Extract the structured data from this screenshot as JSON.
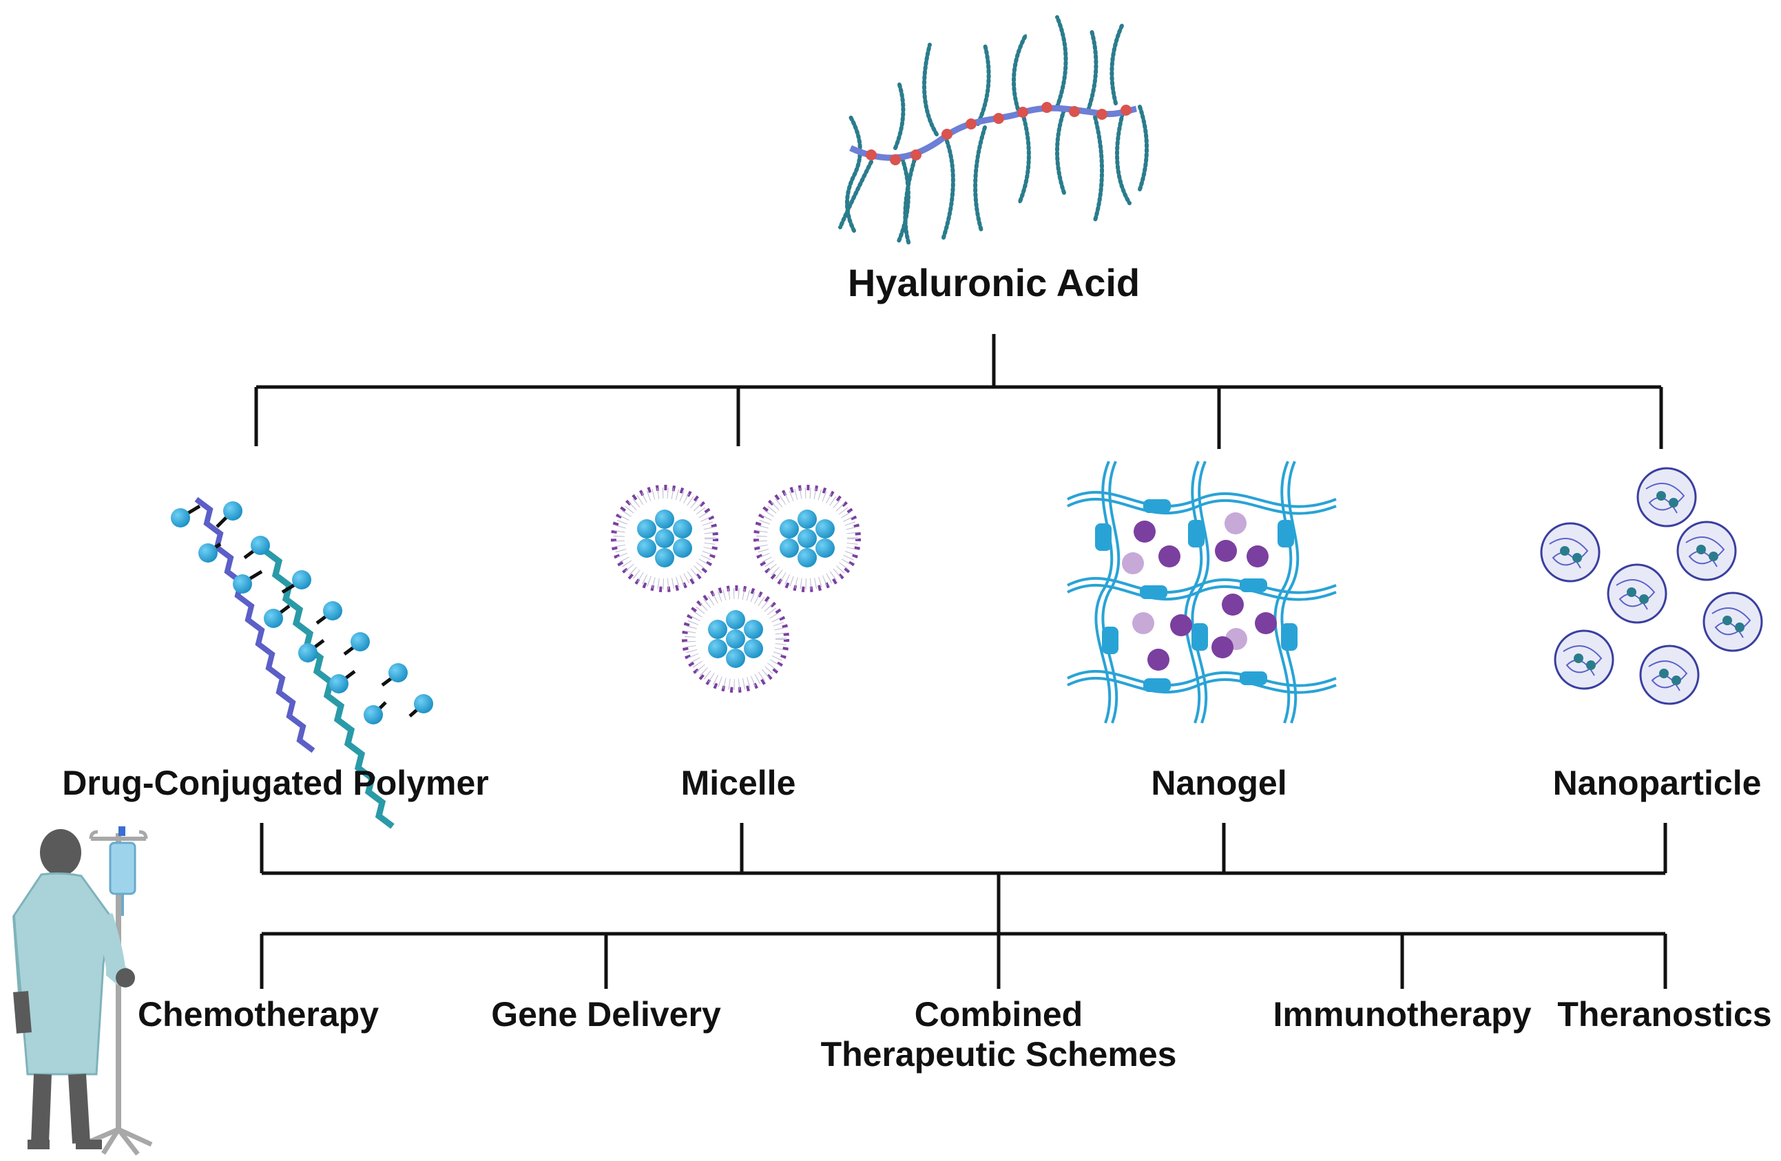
{
  "root": {
    "label": "Hyaluronic Acid"
  },
  "carriers": [
    {
      "id": "polymer",
      "label": "Drug-Conjugated Polymer",
      "icon": "drug-conjugated-polymer-icon"
    },
    {
      "id": "micelle",
      "label": "Micelle",
      "icon": "micelle-icon"
    },
    {
      "id": "nanogel",
      "label": "Nanogel",
      "icon": "nanogel-icon"
    },
    {
      "id": "nanoparticle",
      "label": "Nanoparticle",
      "icon": "nanoparticle-icon"
    }
  ],
  "applications": [
    {
      "label": "Chemotherapy"
    },
    {
      "label": "Gene Delivery"
    },
    {
      "label_line1": "Combined",
      "label_line2": "Therapeutic Schemes"
    },
    {
      "label": "Immunotherapy"
    },
    {
      "label": "Theranostics"
    }
  ],
  "illustration": {
    "icon": "patient-with-iv-drip-icon"
  },
  "colors": {
    "line": "#111111",
    "teal": "#2a7c8c",
    "blue": "#29a3d6",
    "purple": "#7b3fa0",
    "light_purple": "#c7a9d8",
    "backbone_red": "#d9534f",
    "gown": "#a9d3d8"
  }
}
